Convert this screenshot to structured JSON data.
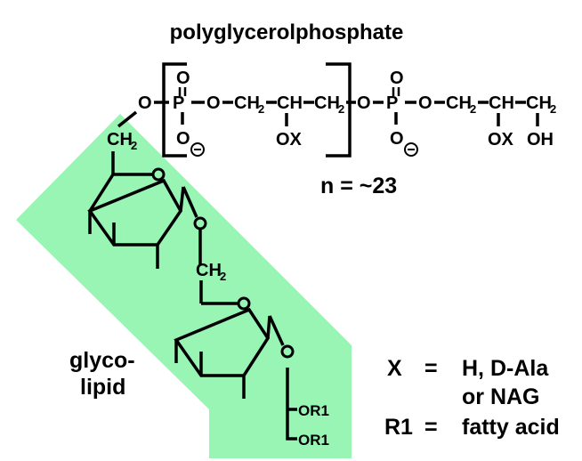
{
  "title": "polyglycerolphosphate",
  "repeat_label": "n = ~23",
  "glycolipid_label": [
    "glyco-",
    "lipid"
  ],
  "atoms": {
    "O": "O",
    "P": "P",
    "CH": "CH",
    "CH2": "CH",
    "sub2": "2",
    "OX": "OX",
    "OH": "OH",
    "minus": "−",
    "OR1": "OR1"
  },
  "legend": [
    {
      "key": "X",
      "eq": "=",
      "value": "H, D-Ala"
    },
    {
      "key": "",
      "eq": "",
      "value": "or NAG"
    },
    {
      "key": "R1",
      "eq": "=",
      "value": "fatty acid"
    }
  ],
  "colors": {
    "highlight": "#98F5B4"
  }
}
